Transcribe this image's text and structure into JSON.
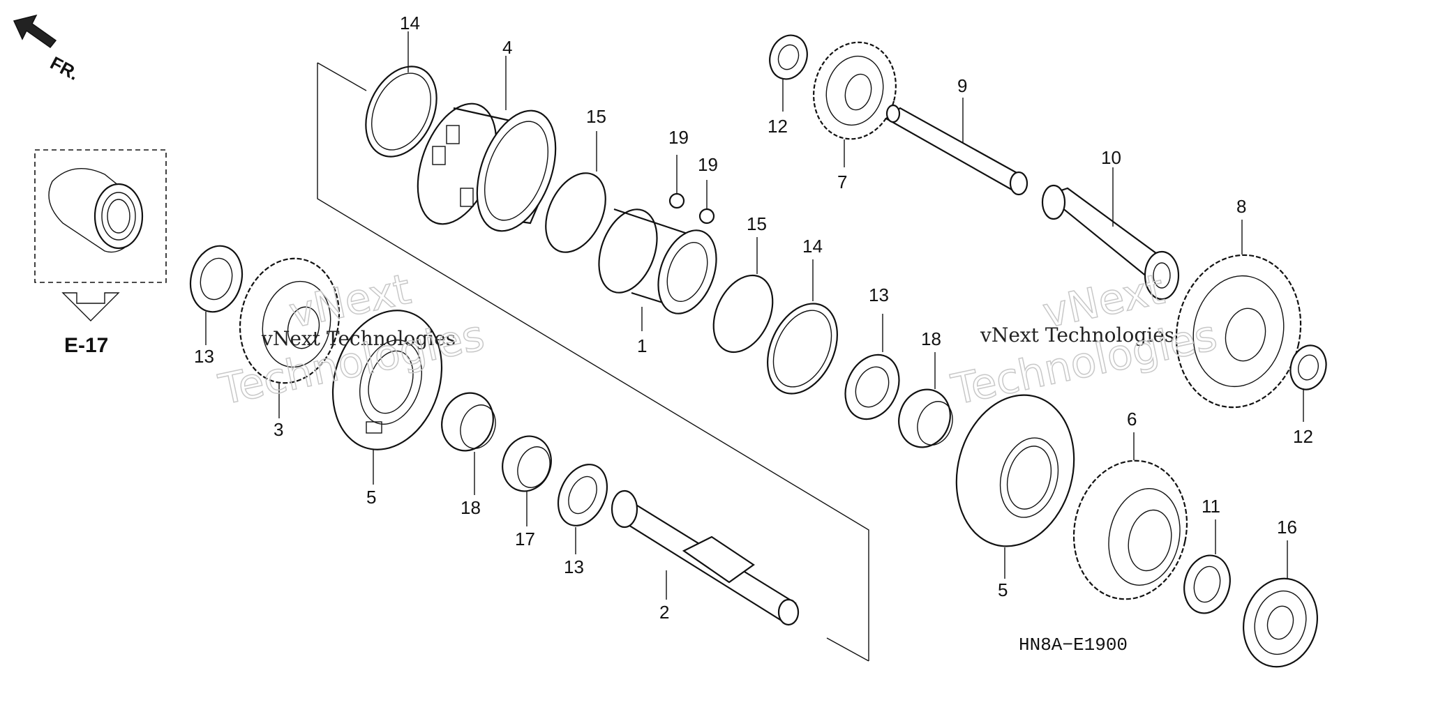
{
  "direction_label": "FR.",
  "reference_label": "E-17",
  "diagram_code": "HN8A−E1900",
  "watermark": {
    "line1": "vNext Technologies",
    "line2": "Technologies",
    "line3": "vNext"
  },
  "parts": [
    {
      "key": "p1",
      "label": "1"
    },
    {
      "key": "p2",
      "label": "2"
    },
    {
      "key": "p3",
      "label": "3"
    },
    {
      "key": "p4",
      "label": "4"
    },
    {
      "key": "p5a",
      "label": "5"
    },
    {
      "key": "p5b",
      "label": "5"
    },
    {
      "key": "p6",
      "label": "6"
    },
    {
      "key": "p7",
      "label": "7"
    },
    {
      "key": "p8",
      "label": "8"
    },
    {
      "key": "p9",
      "label": "9"
    },
    {
      "key": "p10",
      "label": "10"
    },
    {
      "key": "p11",
      "label": "11"
    },
    {
      "key": "p12a",
      "label": "12"
    },
    {
      "key": "p12b",
      "label": "12"
    },
    {
      "key": "p13a",
      "label": "13"
    },
    {
      "key": "p13b",
      "label": "13"
    },
    {
      "key": "p13c",
      "label": "13"
    },
    {
      "key": "p14a",
      "label": "14"
    },
    {
      "key": "p14b",
      "label": "14"
    },
    {
      "key": "p15a",
      "label": "15"
    },
    {
      "key": "p15b",
      "label": "15"
    },
    {
      "key": "p16",
      "label": "16"
    },
    {
      "key": "p17",
      "label": "17"
    },
    {
      "key": "p18a",
      "label": "18"
    },
    {
      "key": "p18b",
      "label": "18"
    },
    {
      "key": "p19a",
      "label": "19"
    },
    {
      "key": "p19b",
      "label": "19"
    }
  ]
}
